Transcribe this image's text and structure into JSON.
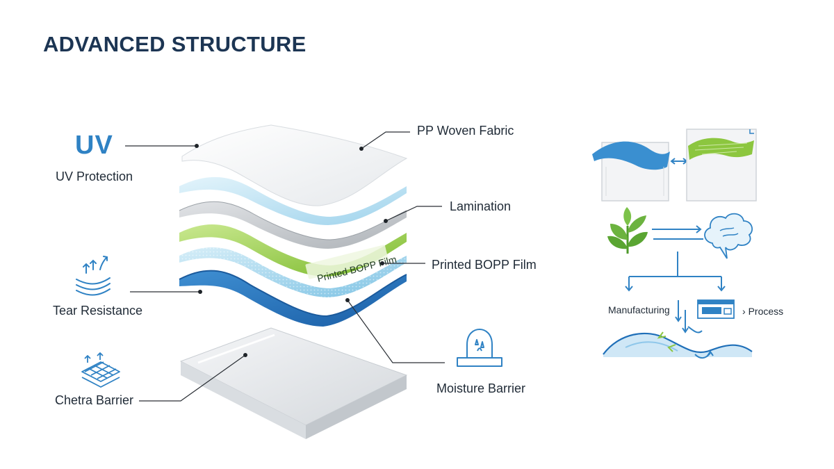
{
  "title": "ADVANCED STRUCTURE",
  "left_features": {
    "uv_mark": "UV",
    "uv_label": "UV Protection",
    "tear_label": "Tear Resistance",
    "barrier_label": "Chetra Barrier"
  },
  "layer_callouts": {
    "fabric": "PP Woven Fabric",
    "lamination": "Lamination",
    "bopp": "Printed BOPP Film",
    "moisture": "Moisture Barrier"
  },
  "film_label": "Printed BOPP Film",
  "process_flow": {
    "manufacturing": "Manufacturing",
    "process": "Process"
  },
  "colors": {
    "title": "#1c3553",
    "accent_blue": "#2f82c4",
    "deep_blue": "#1f6fb8",
    "green": "#8cc63f",
    "light_blue": "#bfe3f3",
    "gray": "#c9cdd1"
  }
}
